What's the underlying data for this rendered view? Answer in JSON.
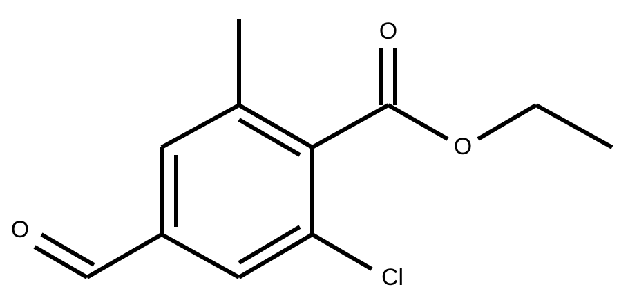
{
  "molecule": {
    "atom_labels": {
      "ester_carbonyl_oxygen": "O",
      "ester_ether_oxygen": "O",
      "aldehyde_oxygen": "O",
      "chlorine": "Cl"
    },
    "colors": {
      "bond": "#000000",
      "label": "#000000",
      "background": "#ffffff"
    }
  }
}
